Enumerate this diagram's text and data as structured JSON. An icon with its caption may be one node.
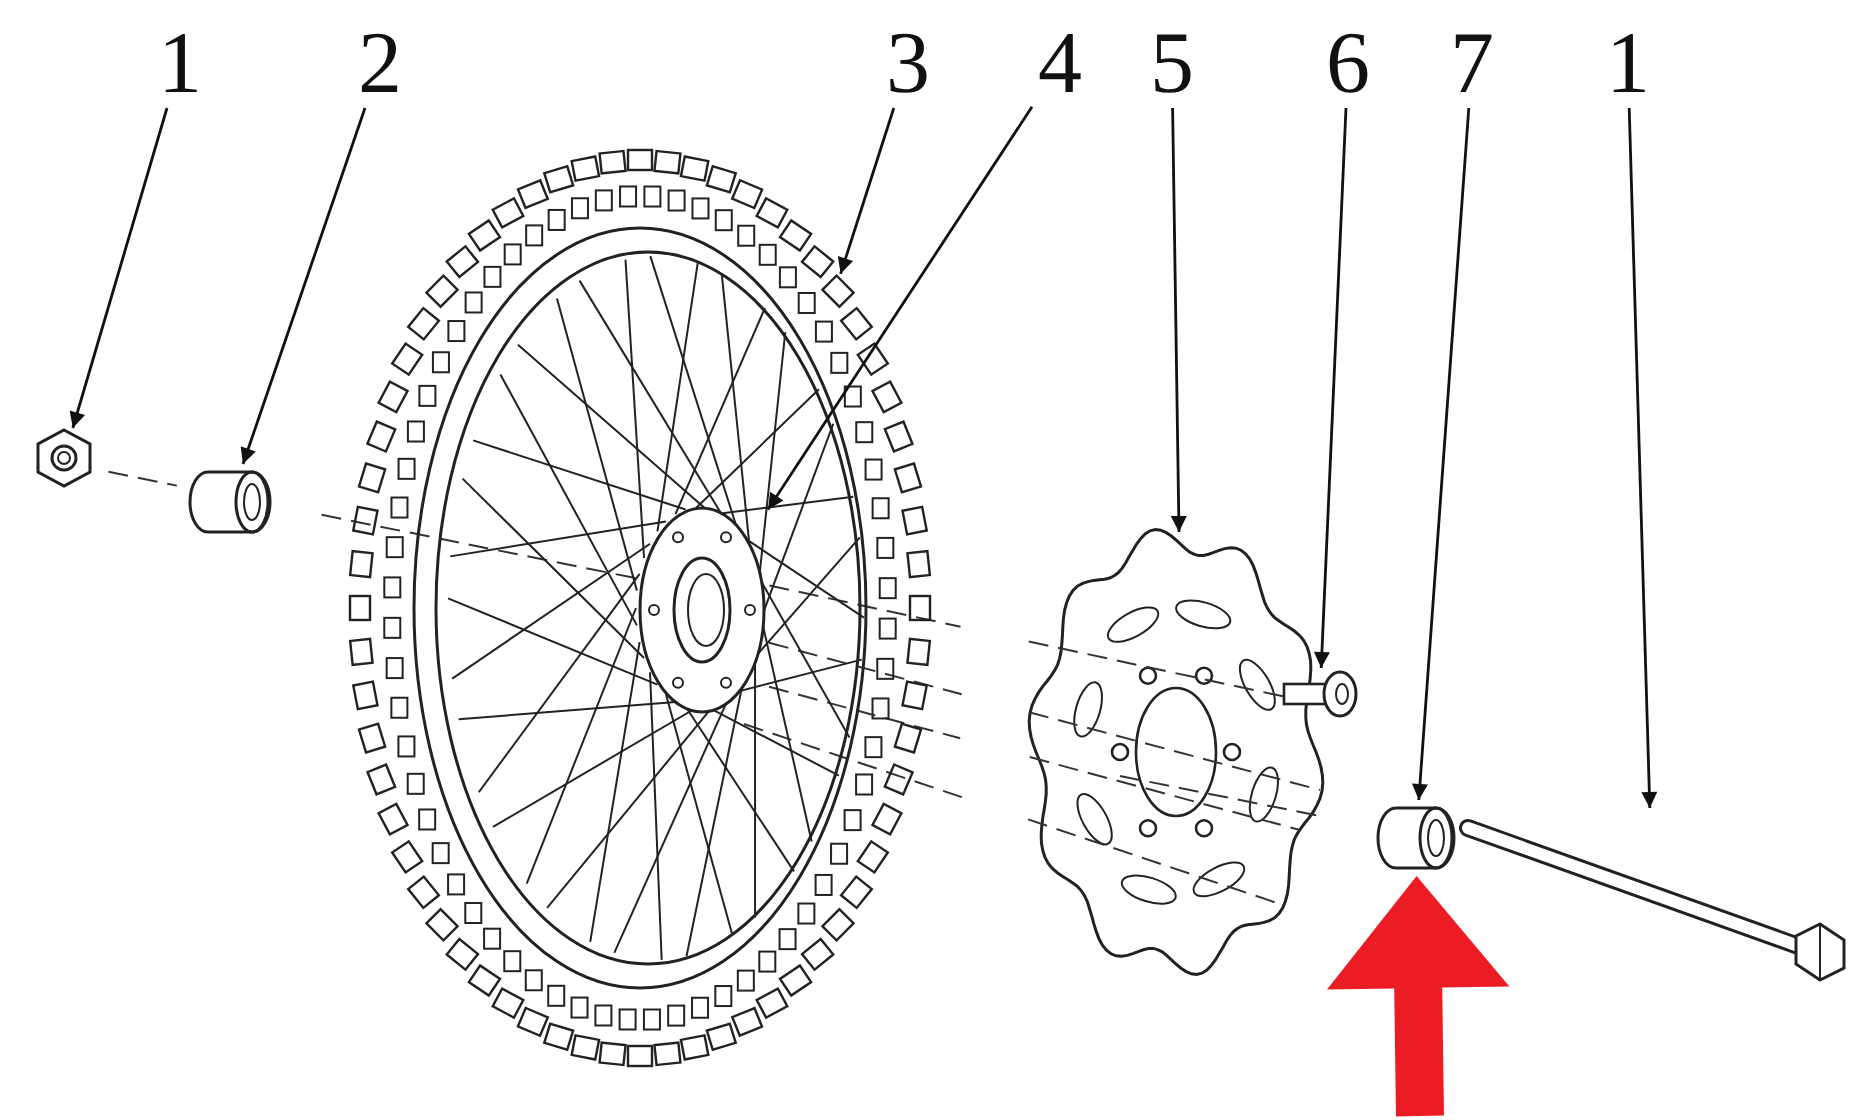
{
  "diagram": {
    "nodes": [
      {
        "text": [
          "1"
        ]
      },
      {
        "text": [
          "2"
        ]
      },
      {
        "text": [
          "3"
        ]
      },
      {
        "text": [
          "4"
        ]
      },
      {
        "text": [
          "5"
        ]
      },
      {
        "text": [
          "6"
        ]
      },
      {
        "text": [
          "7"
        ]
      },
      {
        "text": [
          "1"
        ]
      },
      {
        "text": [],
        "shape": "picture"
      },
      {
        "text": [],
        "shape": "picture"
      },
      {
        "text": [],
        "shape": "picture"
      },
      {
        "text": [],
        "shape": "picture",
        "in": 10
      },
      {
        "text": [],
        "shape": "picture"
      },
      {
        "text": [],
        "shape": "picture"
      },
      {
        "text": [],
        "shape": "picture"
      },
      {
        "text": [],
        "shape": "picture"
      }
    ],
    "edges": [
      {
        "from": 0,
        "to": 8,
        "arrow": "to"
      },
      {
        "from": 1,
        "to": 9,
        "arrow": "to"
      },
      {
        "from": 2,
        "to": 10,
        "arrow": "to"
      },
      {
        "from": 3,
        "to": 11,
        "arrow": "to"
      },
      {
        "from": 4,
        "to": 12,
        "arrow": "to"
      },
      {
        "from": 5,
        "to": 13,
        "arrow": "to"
      },
      {
        "from": 6,
        "to": 14,
        "arrow": "to"
      },
      {
        "from": 7,
        "to": 15,
        "arrow": "to"
      },
      {
        "from": null,
        "to": 14,
        "arrow": "to",
        "style": "thick",
        "color": "#ec1c24"
      }
    ]
  }
}
